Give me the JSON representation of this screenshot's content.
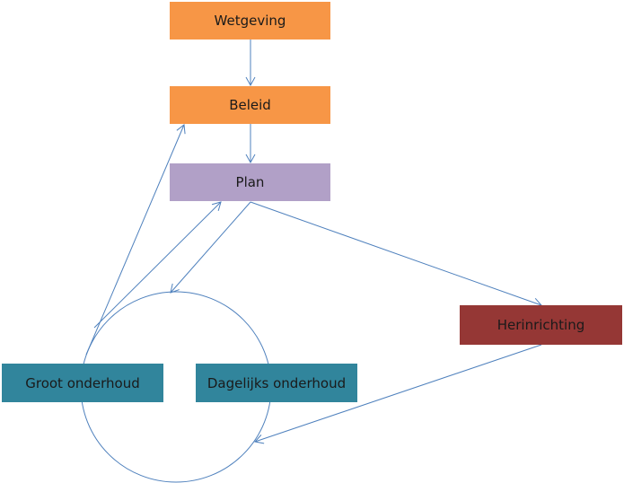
{
  "diagram": {
    "nodes": {
      "wetgeving": {
        "label": "Wetgeving",
        "color": "#f79646"
      },
      "beleid": {
        "label": "Beleid",
        "color": "#f79646"
      },
      "plan": {
        "label": "Plan",
        "color": "#b1a0c7"
      },
      "herinrichting": {
        "label": "Herinrichting",
        "color": "#953735"
      },
      "groot_onderhoud": {
        "label": "Groot onderhoud",
        "color": "#31859c"
      },
      "dagelijks_onderhoud": {
        "label": "Dagelijks onderhoud",
        "color": "#31859c"
      }
    },
    "cycle": {
      "members": [
        "Groot onderhoud",
        "Dagelijks onderhoud"
      ]
    },
    "edges": [
      {
        "from": "Wetgeving",
        "to": "Beleid"
      },
      {
        "from": "Beleid",
        "to": "Plan"
      },
      {
        "from": "Plan",
        "to": "Herinrichting"
      },
      {
        "from": "Plan",
        "to": "Onderhoud cycle"
      },
      {
        "from": "Groot onderhoud",
        "to": "Beleid"
      },
      {
        "from": "Groot onderhoud",
        "to": "Plan"
      },
      {
        "from": "Herinrichting",
        "to": "Onderhoud cycle"
      }
    ],
    "line_color": "#4f81bd"
  }
}
